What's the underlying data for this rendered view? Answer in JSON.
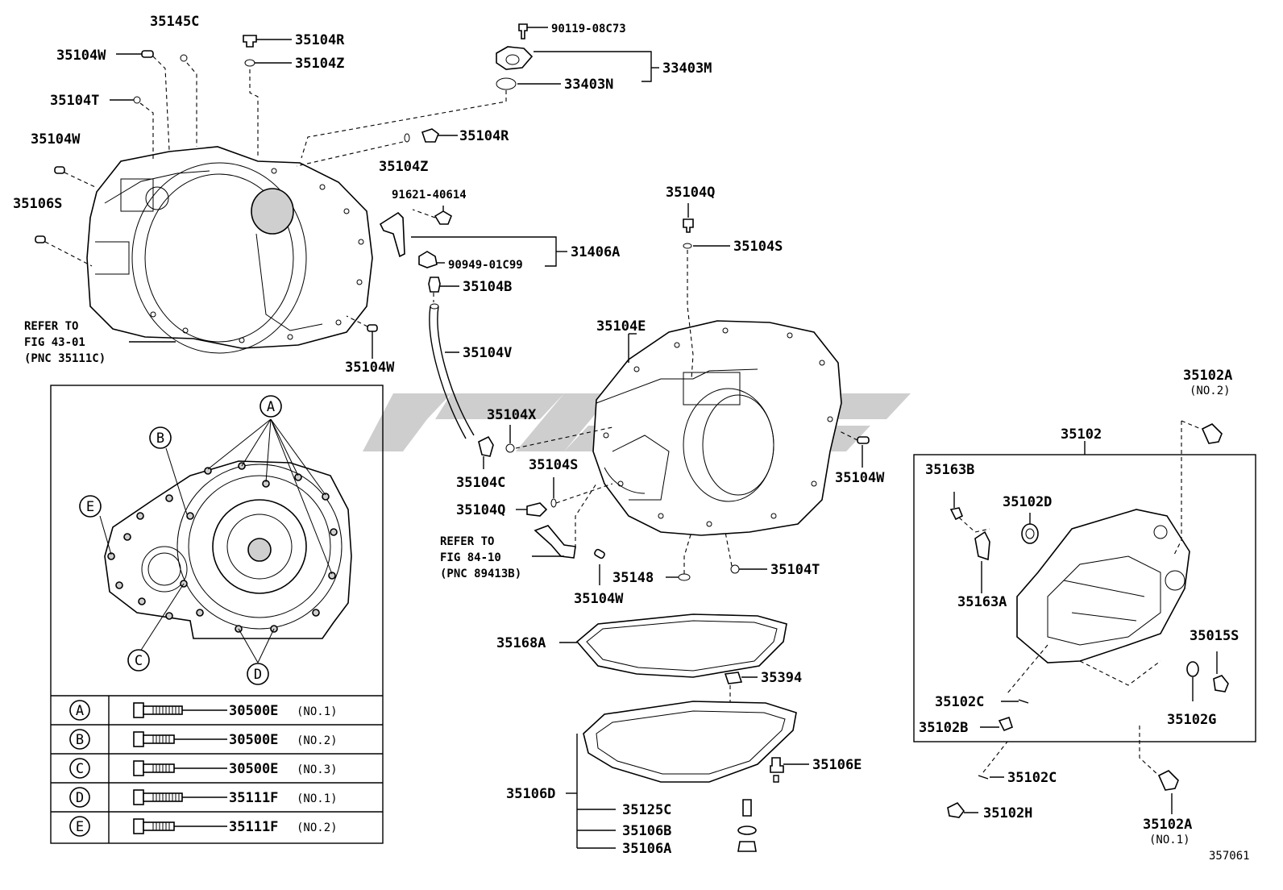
{
  "figure_id": "357061",
  "notes": {
    "refer_43": [
      "REFER TO",
      "FIG 43-01",
      "(PNC 35111C)"
    ],
    "refer_84": [
      "REFER TO",
      "FIG 84-10",
      "(PNC 89413B)"
    ]
  },
  "labels": {
    "p35145C": "35145C",
    "p35104W_a": "35104W",
    "p35104R_a": "35104R",
    "p35104Z_a": "35104Z",
    "p35104T_a": "35104T",
    "p35104W_b": "35104W",
    "p35106S": "35106S",
    "p90119": "90119-08C73",
    "p33403M": "33403M",
    "p33403N": "33403N",
    "p35104R_b": "35104R",
    "p35104Z_b": "35104Z",
    "p91621": "91621-40614",
    "p31406A": "31406A",
    "p90949": "90949-01C99",
    "p35104B": "35104B",
    "p35104V": "35104V",
    "p35104W_c": "35104W",
    "p35104Q_a": "35104Q",
    "p35104S_a": "35104S",
    "p35104E": "35104E",
    "p35104X": "35104X",
    "p35104C": "35104C",
    "p35104S_b": "35104S",
    "p35104Q_b": "35104Q",
    "p35104W_d": "35104W",
    "p35148": "35148",
    "p35104T_b": "35104T",
    "p35104W_e": "35104W",
    "p35168A": "35168A",
    "p35394": "35394",
    "p35106E": "35106E",
    "p35106D": "35106D",
    "p35125C": "35125C",
    "p35106B": "35106B",
    "p35106A": "35106A",
    "p35102A_top": "35102A",
    "p35102A_top_sub": "(NO.2)",
    "p35102": "35102",
    "p35163B": "35163B",
    "p35102D": "35102D",
    "p35163A": "35163A",
    "p35015S": "35015S",
    "p35102C_a": "35102C",
    "p35102B": "35102B",
    "p35102G": "35102G",
    "p35102C_b": "35102C",
    "p35102H": "35102H",
    "p35102A_bot": "35102A",
    "p35102A_bot_sub": "(NO.1)"
  },
  "callouts": [
    "A",
    "B",
    "C",
    "D",
    "E"
  ],
  "bolt_table": [
    {
      "letter": "A",
      "part": "30500E",
      "note": "(NO.1)"
    },
    {
      "letter": "B",
      "part": "30500E",
      "note": "(NO.2)"
    },
    {
      "letter": "C",
      "part": "30500E",
      "note": "(NO.3)"
    },
    {
      "letter": "D",
      "part": "35111F",
      "note": "(NO.1)"
    },
    {
      "letter": "E",
      "part": "35111F",
      "note": "(NO.2)"
    }
  ]
}
